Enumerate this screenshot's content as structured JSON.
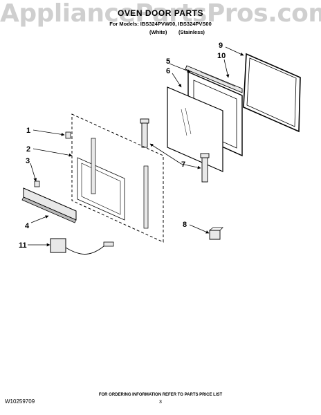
{
  "watermark": "AppliancePartsPros.com",
  "header": {
    "title": "OVEN DOOR PARTS",
    "models": "For Models: IBS324PVW00, IBS324PVS00",
    "variant_white": "(White)",
    "variant_stainless": "(Stainless)"
  },
  "callouts": [
    "1",
    "2",
    "3",
    "4",
    "5",
    "6",
    "7",
    "8",
    "9",
    "10",
    "11"
  ],
  "footer": {
    "ordering": "FOR ORDERING INFORMATION REFER TO PARTS PRICE LIST",
    "doc_number": "W10259709",
    "page_number": "3"
  },
  "colors": {
    "line": "#000000",
    "part_fill": "#e8e8e8",
    "watermark": "#cfcfcf"
  }
}
